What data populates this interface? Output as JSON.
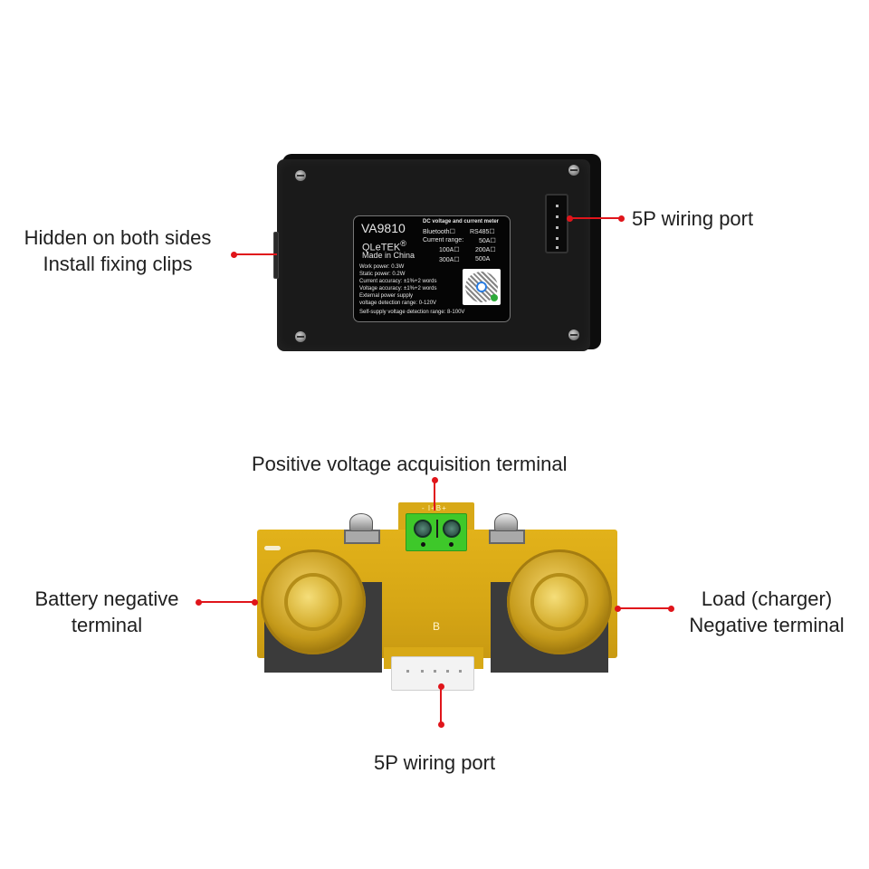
{
  "meter": {
    "sticker": {
      "model": "VA9810",
      "brand": "QLeTEK",
      "brand_mark": "®",
      "origin": "Made in China",
      "title": "DC voltage and current meter",
      "options": {
        "bluetooth": "Bluetooth☐",
        "rs485": "RS485☐",
        "current_range_label": "Current range:",
        "a50": "50A☐",
        "a100": "100A☐",
        "a200": "200A☐",
        "a300": "300A☐",
        "a500": "500A"
      },
      "specs": [
        "Work  power: 0.3W",
        "Static power: 0.2W",
        "Current accuracy: ±1%+2 words",
        "Voltage accuracy: ±1%+2 words",
        "External power supply",
        "voltage detection range: 0-120V",
        "Self-supply voltage detection range: 8-100V"
      ]
    }
  },
  "shunt": {
    "terminal_marking": "- I+B+",
    "silkscreen": "B"
  },
  "labels": {
    "clips_line1": "Hidden on both sides",
    "clips_line2": "Install fixing clips",
    "meter_port": "5P wiring port",
    "positive_terminal": "Positive voltage acquisition terminal",
    "battery_neg_line1": "Battery negative",
    "battery_neg_line2": "terminal",
    "load_neg_line1": "Load (charger)",
    "load_neg_line2": "Negative terminal",
    "shunt_port": "5P wiring port"
  },
  "colors": {
    "leader": "#e0151b",
    "meter_body": "#1a1a1a",
    "pcb": "#d6a615",
    "terminal_block": "#3ec82a"
  }
}
